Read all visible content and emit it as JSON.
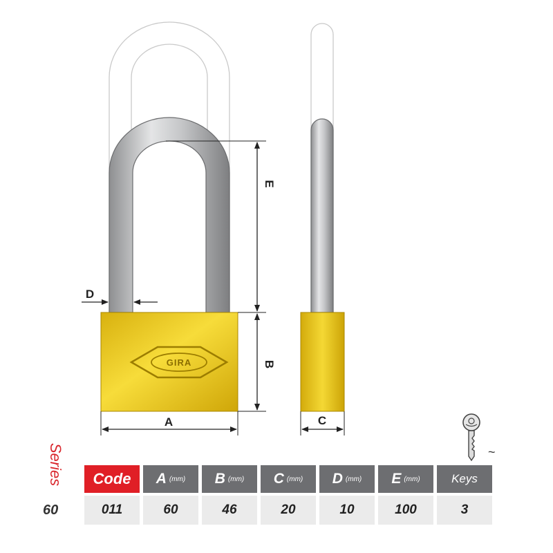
{
  "diagram": {
    "dim_labels": {
      "A": "A",
      "B": "B",
      "C": "C",
      "D": "D",
      "E": "E"
    },
    "logo": "GIRA",
    "colors": {
      "brass": "#e8c21a",
      "shackle": "#b7b8ba",
      "accent_red": "#e01f26",
      "header_gray": "#6d6e71"
    }
  },
  "series": {
    "label": "Series",
    "number": "60"
  },
  "table": {
    "headers": [
      {
        "key": "code",
        "label": "Code",
        "unit": ""
      },
      {
        "key": "a",
        "label": "A",
        "unit": "(mm)"
      },
      {
        "key": "b",
        "label": "B",
        "unit": "(mm)"
      },
      {
        "key": "c",
        "label": "C",
        "unit": "(mm)"
      },
      {
        "key": "d",
        "label": "D",
        "unit": "(mm)"
      },
      {
        "key": "e",
        "label": "E",
        "unit": "(mm)"
      },
      {
        "key": "keys",
        "label": "Keys",
        "unit": ""
      }
    ],
    "values": [
      "011",
      "60",
      "46",
      "20",
      "10",
      "100",
      "3"
    ]
  },
  "key_icon": {
    "name": "key-icon",
    "glyph": "~"
  }
}
